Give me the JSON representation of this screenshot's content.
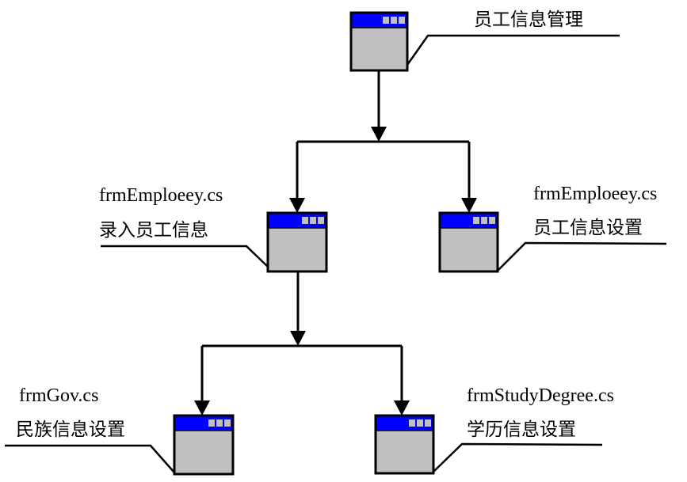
{
  "diagram": {
    "type": "tree",
    "colors": {
      "window_title_bar": "#0000ff",
      "window_body": "#c0c0c0",
      "window_border": "#000000",
      "title_buttons": "#c0c0c0",
      "lines": "#000000"
    },
    "nodes": [
      {
        "id": "root",
        "icon": "window-form-icon",
        "filename": "",
        "title": "员工信息管理"
      },
      {
        "id": "employee-entry",
        "icon": "window-form-icon",
        "filename": "frmEmploeey.cs",
        "title": "录入员工信息"
      },
      {
        "id": "employee-settings",
        "icon": "window-form-icon",
        "filename": "frmEmploeey.cs",
        "title": "员工信息设置"
      },
      {
        "id": "ethnicity-settings",
        "icon": "window-form-icon",
        "filename": "frmGov.cs",
        "title": "民族信息设置"
      },
      {
        "id": "education-settings",
        "icon": "window-form-icon",
        "filename": "frmStudyDegree.cs",
        "title": "学历信息设置"
      }
    ],
    "edges": [
      {
        "from": "root",
        "to": "employee-entry"
      },
      {
        "from": "root",
        "to": "employee-settings"
      },
      {
        "from": "employee-entry",
        "to": "ethnicity-settings"
      },
      {
        "from": "employee-entry",
        "to": "education-settings"
      }
    ]
  }
}
